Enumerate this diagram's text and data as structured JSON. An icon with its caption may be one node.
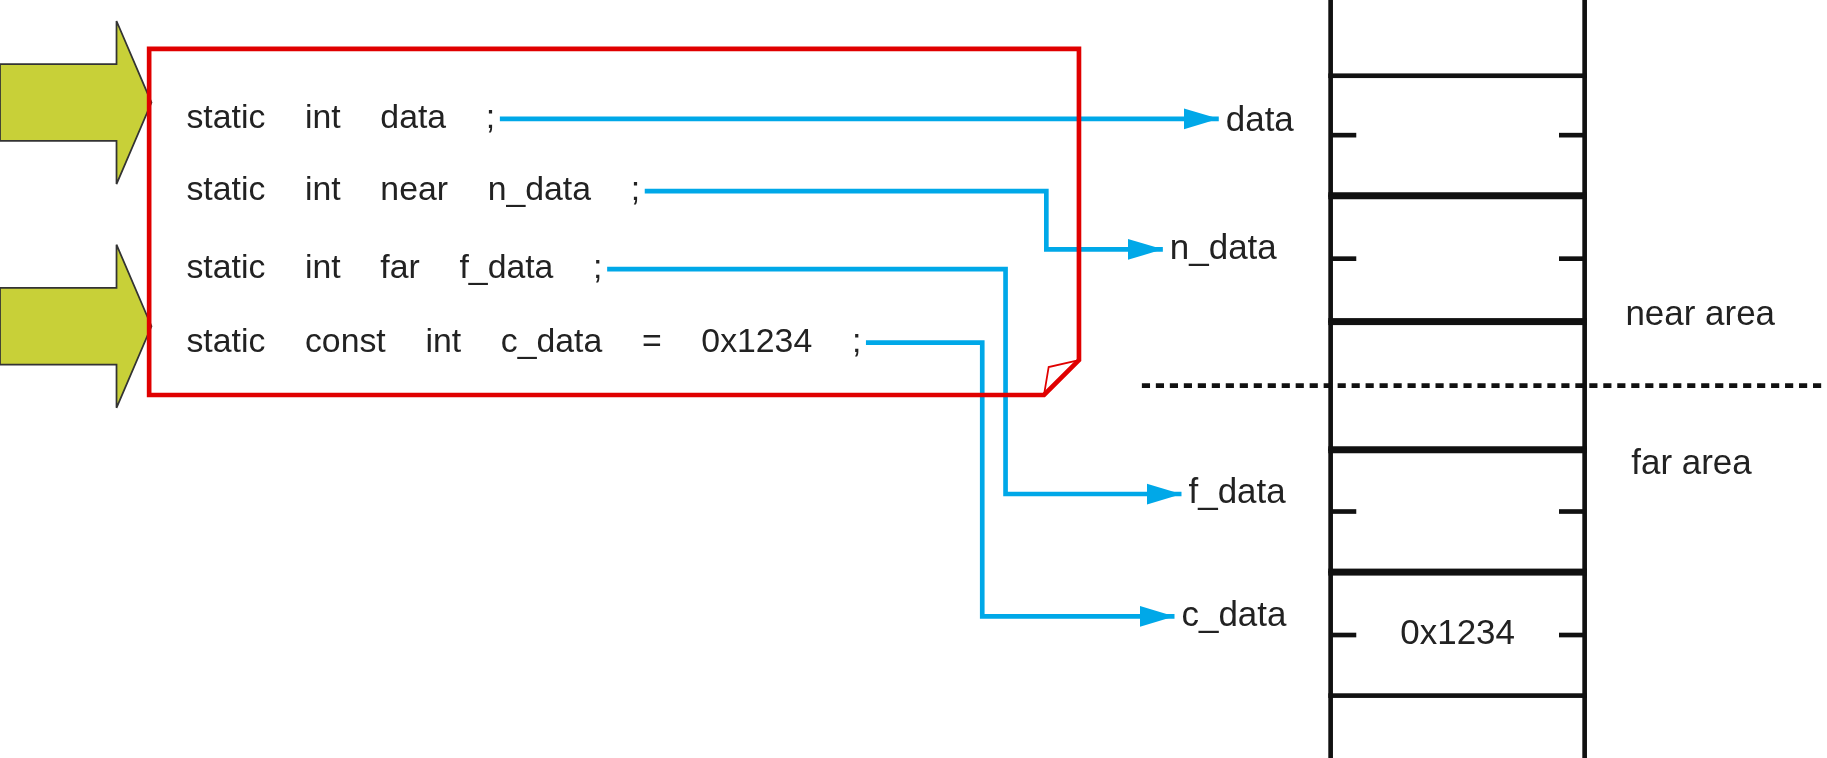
{
  "diagram": {
    "nodes": [
      {
        "text": [],
        "shape": "box"
      },
      {
        "text": [
          "static int data ;"
        ],
        "in": 0
      },
      {
        "text": [
          "static int near n_data ;"
        ],
        "in": 0
      },
      {
        "text": [
          "static int far f_data ;"
        ],
        "in": 0
      },
      {
        "text": [
          "static const int c_data = 0x1234 ;"
        ],
        "in": 0
      },
      {
        "text": [
          "data"
        ]
      },
      {
        "text": [
          "n_data"
        ]
      },
      {
        "text": [
          "f_data"
        ]
      },
      {
        "text": [
          "c_data"
        ]
      },
      {
        "text": [],
        "shape": "box"
      },
      {
        "text": [],
        "shape": "box"
      },
      {
        "text": [],
        "shape": "box"
      },
      {
        "text": [],
        "shape": "box"
      },
      {
        "text": [
          "0x1234"
        ]
      }
    ],
    "edges": [
      {
        "from": null,
        "to": 1,
        "arrow": "to",
        "style": "thick",
        "color": "#c8d038"
      },
      {
        "from": null,
        "to": 4,
        "arrow": "to",
        "style": "thick",
        "color": "#c8d038"
      },
      {
        "from": 1,
        "to": 5,
        "arrow": "to"
      },
      {
        "from": 2,
        "to": 6,
        "arrow": "to"
      },
      {
        "from": 3,
        "to": 7,
        "arrow": "to"
      },
      {
        "from": 4,
        "to": 8,
        "arrow": "to"
      }
    ],
    "labels": [
      "near area",
      "far area"
    ]
  }
}
